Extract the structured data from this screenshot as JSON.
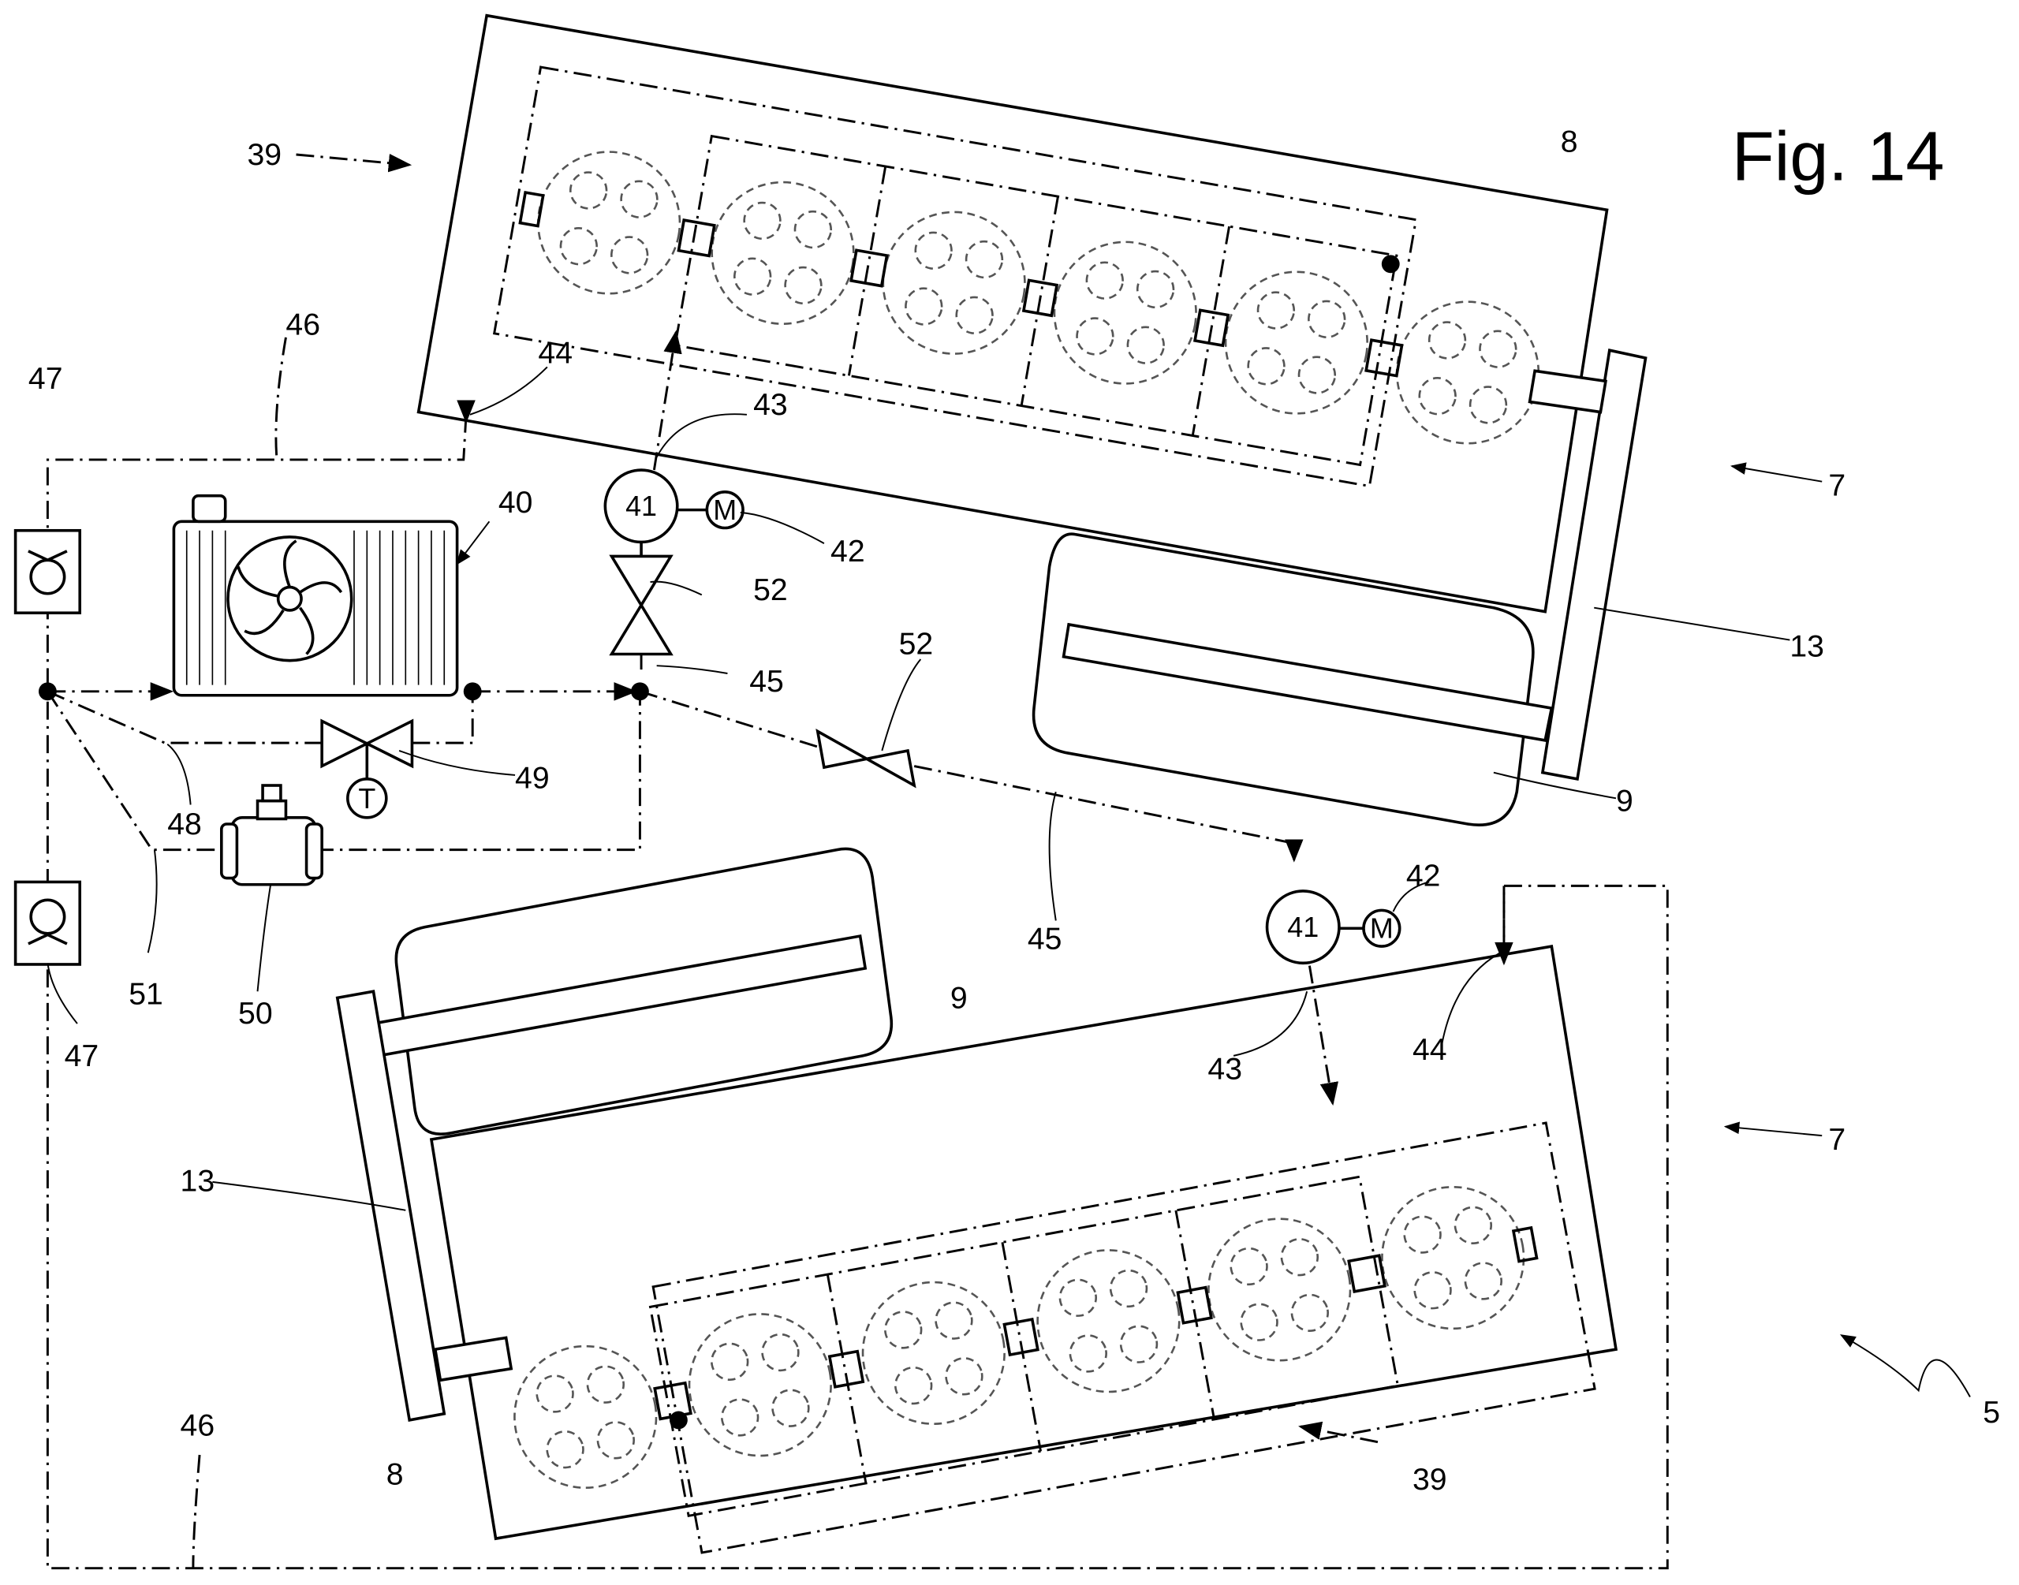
{
  "figure_title": "Fig. 14",
  "labels": {
    "l39": "39",
    "l8": "8",
    "l7": "7",
    "l13": "13",
    "l9": "9",
    "l44": "44",
    "l43": "43",
    "l41": "41",
    "l42": "42",
    "l40": "40",
    "l46": "46",
    "l47": "47",
    "l52": "52",
    "l45": "45",
    "l49": "49",
    "l48": "48",
    "l51": "51",
    "l50": "50",
    "l5": "5"
  },
  "symbols": {
    "motor": "M",
    "thermostat": "T"
  }
}
